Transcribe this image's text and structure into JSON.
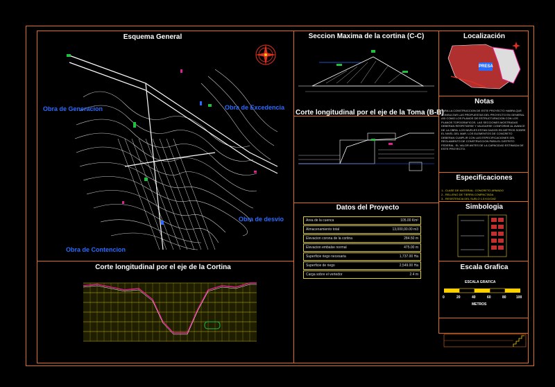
{
  "panels": {
    "esquema_general": {
      "title": "Esquema General",
      "labels": [
        "Obra de Generacion",
        "Obra de Excedencia",
        "Obra de desvio",
        "Obra de Contencion"
      ]
    },
    "seccion_maxima": {
      "title": "Seccion Maxima de la cortina (C-C)"
    },
    "corte_toma": {
      "title": "Corte longitudinal por el eje de la Toma (B-B)"
    },
    "corte_cortina": {
      "title": "Corte longitudinal por el eje de la Cortina"
    },
    "localizacion": {
      "title": "Localización",
      "place_label": "PRESA"
    },
    "notas": {
      "title": "Notas",
      "text": "PARA LA CONSTRUCCION DE ESTE PROYECTO HABRA QUE CONSULTAR LAS PROPUESTAS DEL PROYECTO EN GENERAL ASI COMO LOS PLANOS DE ESTRUCTURACION CON LOS PLANOS TOPOGRAFICOS. LAS SECCIONES MOSTRADAS DEBERAN RESPETARSE Y VALIDARSE CONFORME AL AVANCE DE LA OBRA. LOS NIVELES ESTAN DADOS EN METROS SOBRE EL NIVEL DEL MAR. LOS ELEMENTOS DE CONCRETO DEBERAN CUMPLIR CON LAS ESPECIFICACIONES DEL REGLAMENTO DE CONSTRUCCION PARA EL DISTRITO FEDERAL. EL VALOR ANTES DE LA CAPACIDAD ESTIMADA DE ESTE PROYECTO."
    },
    "especificaciones": {
      "title": "Especificaciones",
      "lines": [
        "1.- CLASE DE MATERIAL: CONCRETO ARMADO",
        "2.- RELLENO DE TIERRA COMPACTADA",
        "3.- RESISTENCIA DEL SUELO 1.5 KG/CM2"
      ]
    },
    "simbologia": {
      "title": "Simbologia"
    },
    "escala_grafica": {
      "title": "Escala Grafica",
      "caption": "ESCALA GRAFICA",
      "ticks": [
        "0",
        "20",
        "40",
        "60",
        "80",
        "100"
      ],
      "unit": "METROS"
    },
    "datos_proyecto": {
      "title": "Datos del Proyecto",
      "rows": [
        {
          "label": "Area de la cuenca",
          "value": "105.00 Km²"
        },
        {
          "label": "Almacenamiento total",
          "value": "13,000,00.00 m3"
        },
        {
          "label": "Elevacion corona de la cortina",
          "value": "284.50 m"
        },
        {
          "label": "Elevacion embalse normal",
          "value": "475.00 m"
        },
        {
          "label": "Superficie riego necesaria",
          "value": "1,737.00 Ha"
        },
        {
          "label": "Superficie de riego",
          "value": "2,549.00 Ha"
        },
        {
          "label": "Carga sobre el vertedor",
          "value": "2.4 m"
        }
      ]
    }
  },
  "colors": {
    "frame": "#e07020",
    "accent_blue": "#2a6bff",
    "table_border": "#e0d020",
    "profile": "#e02090",
    "grid": "#c8c000"
  }
}
